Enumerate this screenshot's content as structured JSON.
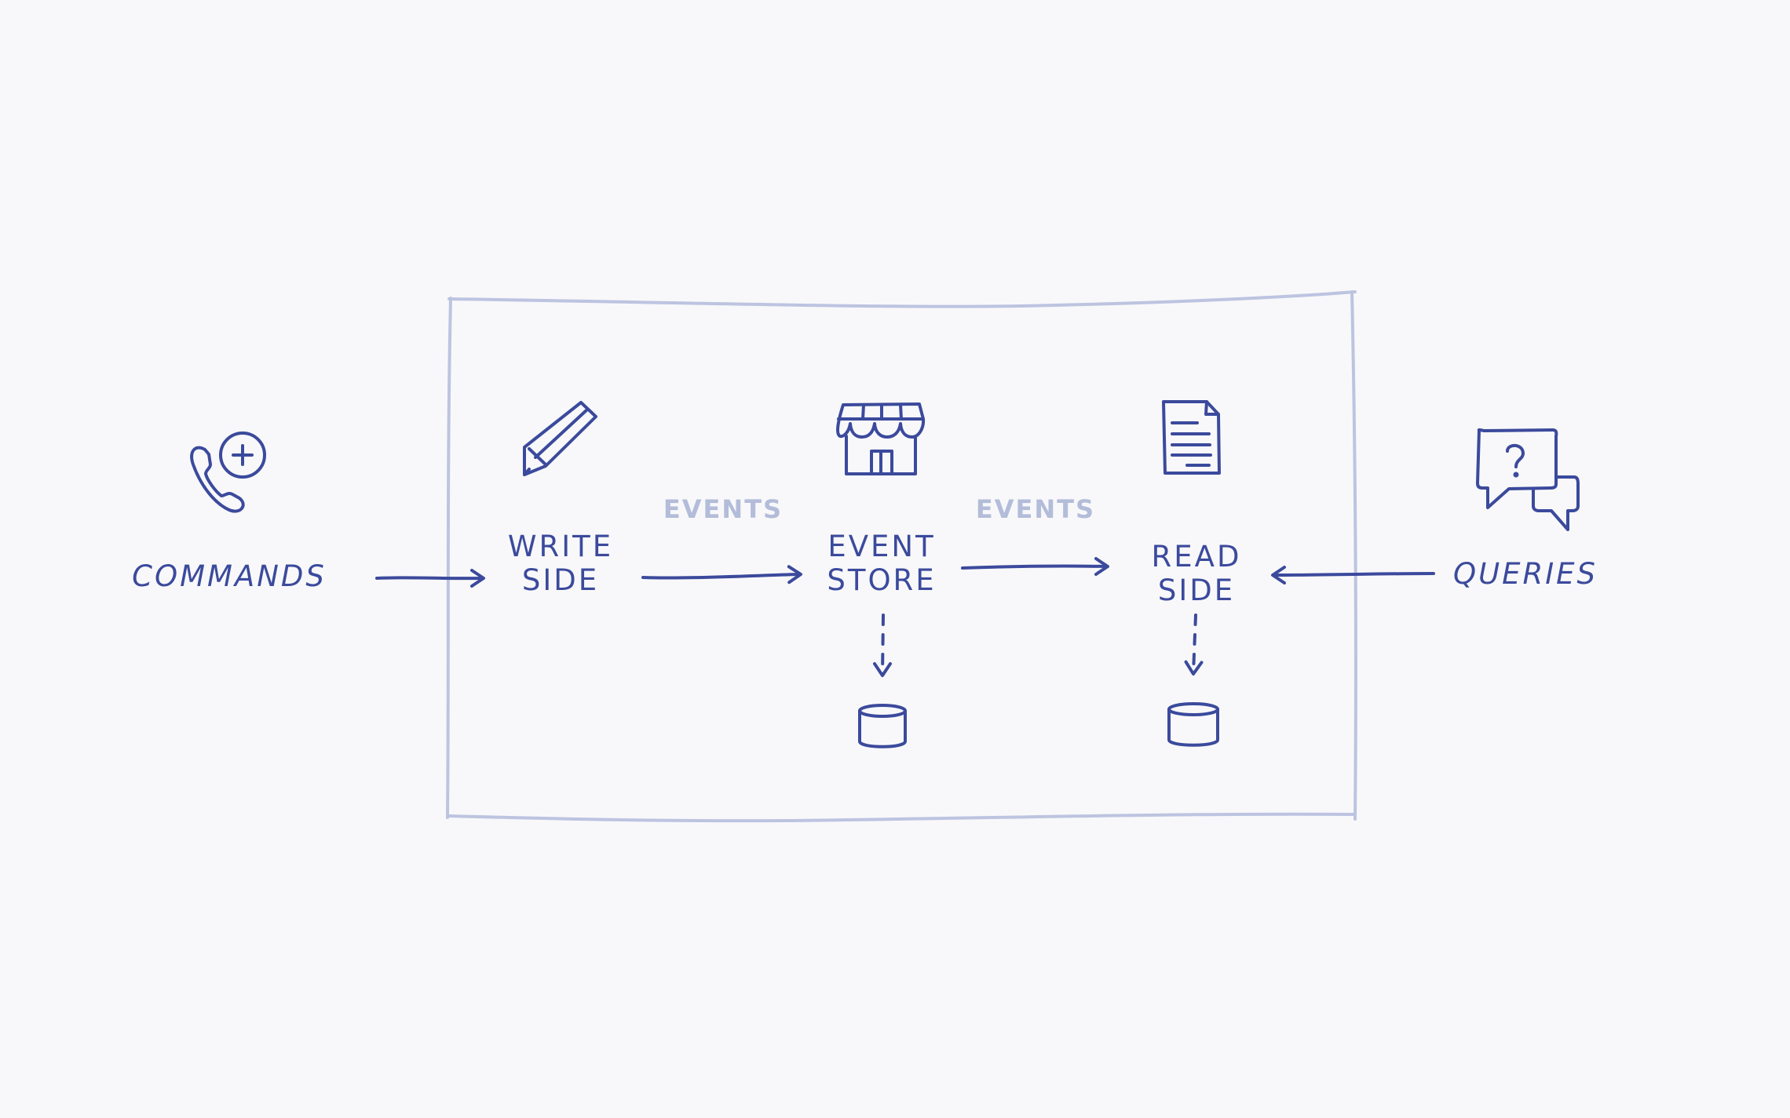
{
  "diagram": {
    "colors": {
      "background": "#f8f8fa",
      "ink": "#3b4a9c",
      "boundary": "#bcc4e0",
      "edge_label": "#b3bcd9"
    },
    "nodes": {
      "commands": {
        "label": "COMMANDS",
        "icon": "phone-plus-icon"
      },
      "write_side": {
        "line1": "WRITE",
        "line2": "SIDE",
        "icon": "pencil-icon"
      },
      "event_store": {
        "line1": "EVENT",
        "line2": "STORE",
        "icon": "storefront-icon",
        "storage_icon": "database-cylinder-icon"
      },
      "read_side": {
        "line1": "READ",
        "line2": "SIDE",
        "icon": "document-icon",
        "storage_icon": "database-cylinder-icon"
      },
      "queries": {
        "label": "QUERIES",
        "icon": "chat-question-icon"
      }
    },
    "edges": {
      "write_to_store": {
        "label": "EVENTS"
      },
      "store_to_read": {
        "label": "EVENTS"
      }
    }
  }
}
